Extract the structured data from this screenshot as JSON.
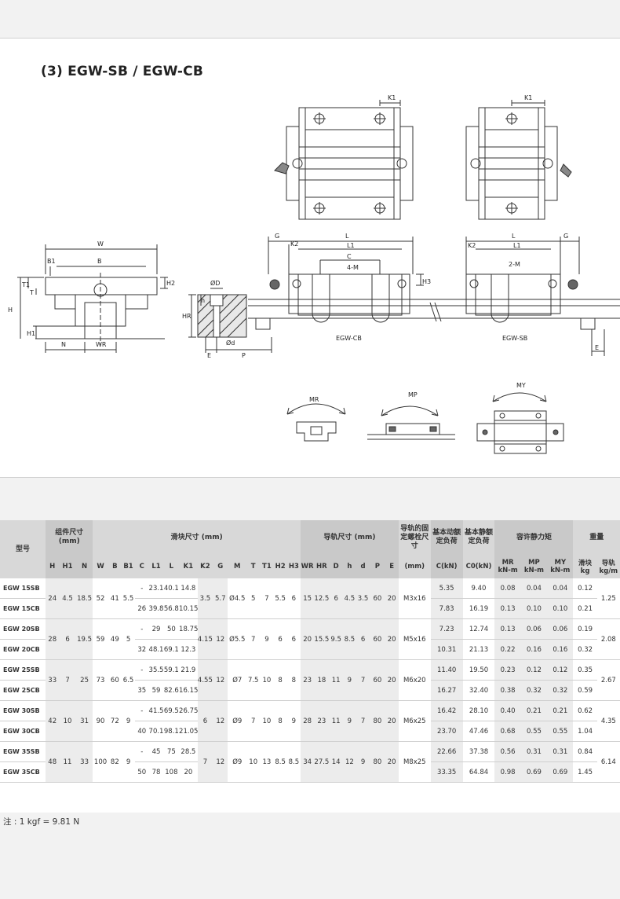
{
  "title": "(3) EGW-SB / EGW-CB",
  "drawing": {
    "labels": {
      "W": "W",
      "B": "B",
      "B1": "B1",
      "H": "H",
      "H2": "H2",
      "T1": "T1",
      "T": "T",
      "H1": "H1",
      "N": "N",
      "WR": "WR",
      "HR": "HR",
      "h": "h",
      "D": "ØD",
      "d": "Ød",
      "E": "E",
      "P": "P",
      "G": "G",
      "L": "L",
      "L1": "L1",
      "K2": "K2",
      "C": "C",
      "M4": "4-M",
      "M2": "2-M",
      "H3": "H3",
      "K1": "K1",
      "cb": "EGW-CB",
      "sb": "EGW-SB",
      "MR": "MR",
      "MP": "MP",
      "MY": "MY"
    }
  },
  "table": {
    "head": {
      "model": "型号",
      "assembly": "组件尺寸 (mm)",
      "block": "滑块尺寸 (mm)",
      "rail": "导轨尺寸 (mm)",
      "bolt": "导轨的固定螺栓尺寸",
      "dyn": "基本动额定负荷",
      "stat": "基本静额定负荷",
      "moment": "容许静力矩",
      "weight": "重量",
      "cols": [
        "H",
        "H1",
        "N",
        "W",
        "B",
        "B1",
        "C",
        "L1",
        "L",
        "K1",
        "K2",
        "G",
        "M",
        "T",
        "T1",
        "H2",
        "H3",
        "WR",
        "HR",
        "D",
        "h",
        "d",
        "P",
        "E"
      ],
      "mm": "(mm)",
      "c": "C(kN)",
      "c0": "C0(kN)",
      "mr": "MR",
      "mp": "MP",
      "my": "MY",
      "knm": "kN-m",
      "block_w": "滑块",
      "rail_w": "导轨",
      "kg": "kg",
      "kgm": "kg/m"
    },
    "groups": [
      {
        "shared": {
          "H": "24",
          "H1": "4.5",
          "N": "18.5",
          "W": "52",
          "B": "41",
          "B1": "5.5",
          "K2": "3.5",
          "G": "5.7",
          "M": "Ø4.5",
          "T": "5",
          "T1": "7",
          "H2": "5.5",
          "H3": "6",
          "WR": "15",
          "HR": "12.5",
          "D": "6",
          "h": "4.5",
          "d": "3.5",
          "P": "60",
          "E": "20",
          "bolt": "M3x16",
          "rail_w": "1.25"
        },
        "rows": [
          {
            "model": "EGW 15SB",
            "C": "-",
            "L1": "23.1",
            "L": "40.1",
            "K1": "14.8",
            "c": "5.35",
            "c0": "9.40",
            "mr": "0.08",
            "mp": "0.04",
            "my": "0.04",
            "kg": "0.12"
          },
          {
            "model": "EGW 15CB",
            "C": "26",
            "L1": "39.8",
            "L": "56.8",
            "K1": "10.15",
            "c": "7.83",
            "c0": "16.19",
            "mr": "0.13",
            "mp": "0.10",
            "my": "0.10",
            "kg": "0.21"
          }
        ]
      },
      {
        "shared": {
          "H": "28",
          "H1": "6",
          "N": "19.5",
          "W": "59",
          "B": "49",
          "B1": "5",
          "K2": "4.15",
          "G": "12",
          "M": "Ø5.5",
          "T": "7",
          "T1": "9",
          "H2": "6",
          "H3": "6",
          "WR": "20",
          "HR": "15.5",
          "D": "9.5",
          "h": "8.5",
          "d": "6",
          "P": "60",
          "E": "20",
          "bolt": "M5x16",
          "rail_w": "2.08"
        },
        "rows": [
          {
            "model": "EGW 20SB",
            "C": "-",
            "L1": "29",
            "L": "50",
            "K1": "18.75",
            "c": "7.23",
            "c0": "12.74",
            "mr": "0.13",
            "mp": "0.06",
            "my": "0.06",
            "kg": "0.19"
          },
          {
            "model": "EGW 20CB",
            "C": "32",
            "L1": "48.1",
            "L": "69.1",
            "K1": "12.3",
            "c": "10.31",
            "c0": "21.13",
            "mr": "0.22",
            "mp": "0.16",
            "my": "0.16",
            "kg": "0.32"
          }
        ]
      },
      {
        "shared": {
          "H": "33",
          "H1": "7",
          "N": "25",
          "W": "73",
          "B": "60",
          "B1": "6.5",
          "K2": "4.55",
          "G": "12",
          "M": "Ø7",
          "T": "7.5",
          "T1": "10",
          "H2": "8",
          "H3": "8",
          "WR": "23",
          "HR": "18",
          "D": "11",
          "h": "9",
          "d": "7",
          "P": "60",
          "E": "20",
          "bolt": "M6x20",
          "rail_w": "2.67"
        },
        "rows": [
          {
            "model": "EGW 25SB",
            "C": "-",
            "L1": "35.5",
            "L": "59.1",
            "K1": "21.9",
            "c": "11.40",
            "c0": "19.50",
            "mr": "0.23",
            "mp": "0.12",
            "my": "0.12",
            "kg": "0.35"
          },
          {
            "model": "EGW 25CB",
            "C": "35",
            "L1": "59",
            "L": "82.6",
            "K1": "16.15",
            "c": "16.27",
            "c0": "32.40",
            "mr": "0.38",
            "mp": "0.32",
            "my": "0.32",
            "kg": "0.59"
          }
        ]
      },
      {
        "shared": {
          "H": "42",
          "H1": "10",
          "N": "31",
          "W": "90",
          "B": "72",
          "B1": "9",
          "K2": "6",
          "G": "12",
          "M": "Ø9",
          "T": "7",
          "T1": "10",
          "H2": "8",
          "H3": "9",
          "WR": "28",
          "HR": "23",
          "D": "11",
          "h": "9",
          "d": "7",
          "P": "80",
          "E": "20",
          "bolt": "M6x25",
          "rail_w": "4.35"
        },
        "rows": [
          {
            "model": "EGW 30SB",
            "C": "-",
            "L1": "41.5",
            "L": "69.5",
            "K1": "26.75",
            "c": "16.42",
            "c0": "28.10",
            "mr": "0.40",
            "mp": "0.21",
            "my": "0.21",
            "kg": "0.62"
          },
          {
            "model": "EGW 30CB",
            "C": "40",
            "L1": "70.1",
            "L": "98.1",
            "K1": "21.05",
            "c": "23.70",
            "c0": "47.46",
            "mr": "0.68",
            "mp": "0.55",
            "my": "0.55",
            "kg": "1.04"
          }
        ]
      },
      {
        "shared": {
          "H": "48",
          "H1": "11",
          "N": "33",
          "W": "100",
          "B": "82",
          "B1": "9",
          "K2": "7",
          "G": "12",
          "M": "Ø9",
          "T": "10",
          "T1": "13",
          "H2": "8.5",
          "H3": "8.5",
          "WR": "34",
          "HR": "27.5",
          "D": "14",
          "h": "12",
          "d": "9",
          "P": "80",
          "E": "20",
          "bolt": "M8x25",
          "rail_w": "6.14"
        },
        "rows": [
          {
            "model": "EGW 35SB",
            "C": "-",
            "L1": "45",
            "L": "75",
            "K1": "28.5",
            "c": "22.66",
            "c0": "37.38",
            "mr": "0.56",
            "mp": "0.31",
            "my": "0.31",
            "kg": "0.84"
          },
          {
            "model": "EGW 35CB",
            "C": "50",
            "L1": "78",
            "L": "108",
            "K1": "20",
            "c": "33.35",
            "c0": "64.84",
            "mr": "0.98",
            "mp": "0.69",
            "my": "0.69",
            "kg": "1.45"
          }
        ]
      }
    ],
    "note": "注 : 1 kgf = 9.81 N"
  }
}
